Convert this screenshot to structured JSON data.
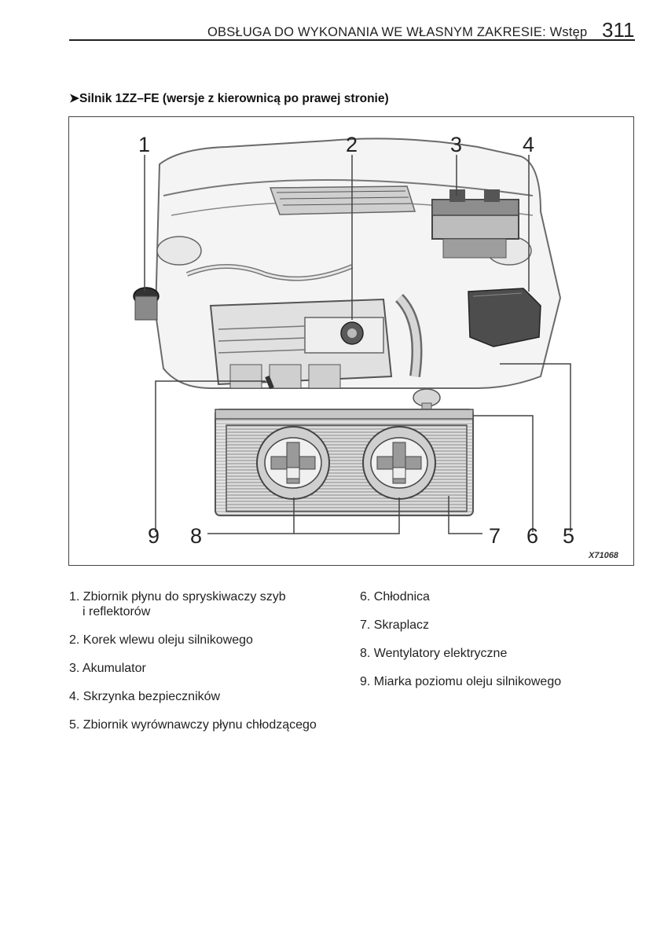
{
  "header": {
    "title": "OBSŁUGA DO WYKONANIA WE WŁASNYM ZAKRESIE: Wstęp",
    "page_number": "311"
  },
  "section": {
    "title": "➤Silnik 1ZZ–FE (wersje z kierownicą po prawej stronie)"
  },
  "figure": {
    "callouts": [
      "1",
      "2",
      "3",
      "4",
      "5",
      "6",
      "7",
      "8",
      "9"
    ],
    "code": "X71068"
  },
  "legend": {
    "left": [
      {
        "line1": "1. Zbiornik płynu do spryskiwaczy szyb",
        "line2": "i reflektorów"
      },
      {
        "line1": "2. Korek wlewu oleju silnikowego"
      },
      {
        "line1": "3. Akumulator"
      },
      {
        "line1": "4. Skrzynka bezpieczników"
      },
      {
        "line1": "5. Zbiornik wyrównawczy płynu chłodzącego"
      }
    ],
    "right": [
      {
        "line1": "6. Chłodnica"
      },
      {
        "line1": "7. Skraplacz"
      },
      {
        "line1": "8. Wentylatory elektryczne"
      },
      {
        "line1": "9. Miarka poziomu oleju silnikowego"
      }
    ]
  }
}
